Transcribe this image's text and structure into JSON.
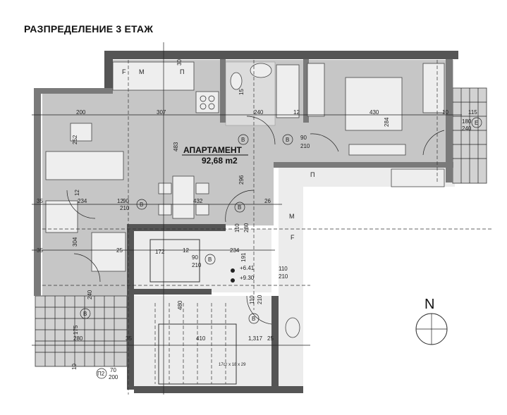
{
  "title": "РАЗПРЕДЕЛЕНИЕ 3 ЕТАЖ",
  "apartment": {
    "name": "АПАРТАМЕНТ",
    "area": "92,68 m2"
  },
  "compass": {
    "label": "N"
  },
  "kitchen_labels": [
    "F",
    "M",
    "П",
    "П",
    "M",
    "F"
  ],
  "door_tags": [
    "B",
    "B",
    "B",
    "B",
    "B",
    "B",
    "B",
    "E",
    "П2"
  ],
  "dimensions": [
    "200",
    "307",
    "240",
    "12",
    "430",
    "10",
    "115",
    "483",
    "252",
    "296",
    "12",
    "90",
    "210",
    "432",
    "35",
    "234",
    "304",
    "25",
    "172",
    "12",
    "90",
    "210",
    "234",
    "191",
    "110",
    "210",
    "90",
    "210",
    "180",
    "240",
    "110",
    "210",
    "240",
    "175",
    "280",
    "35",
    "410",
    "1,317",
    "25",
    "480",
    "70",
    "200",
    "35",
    "12",
    "284",
    "30",
    "15",
    "26",
    "110",
    "280",
    "10"
  ],
  "levels": [
    "+6.41",
    "+9.30"
  ],
  "stair_note": "17ст х 18 х 29"
}
